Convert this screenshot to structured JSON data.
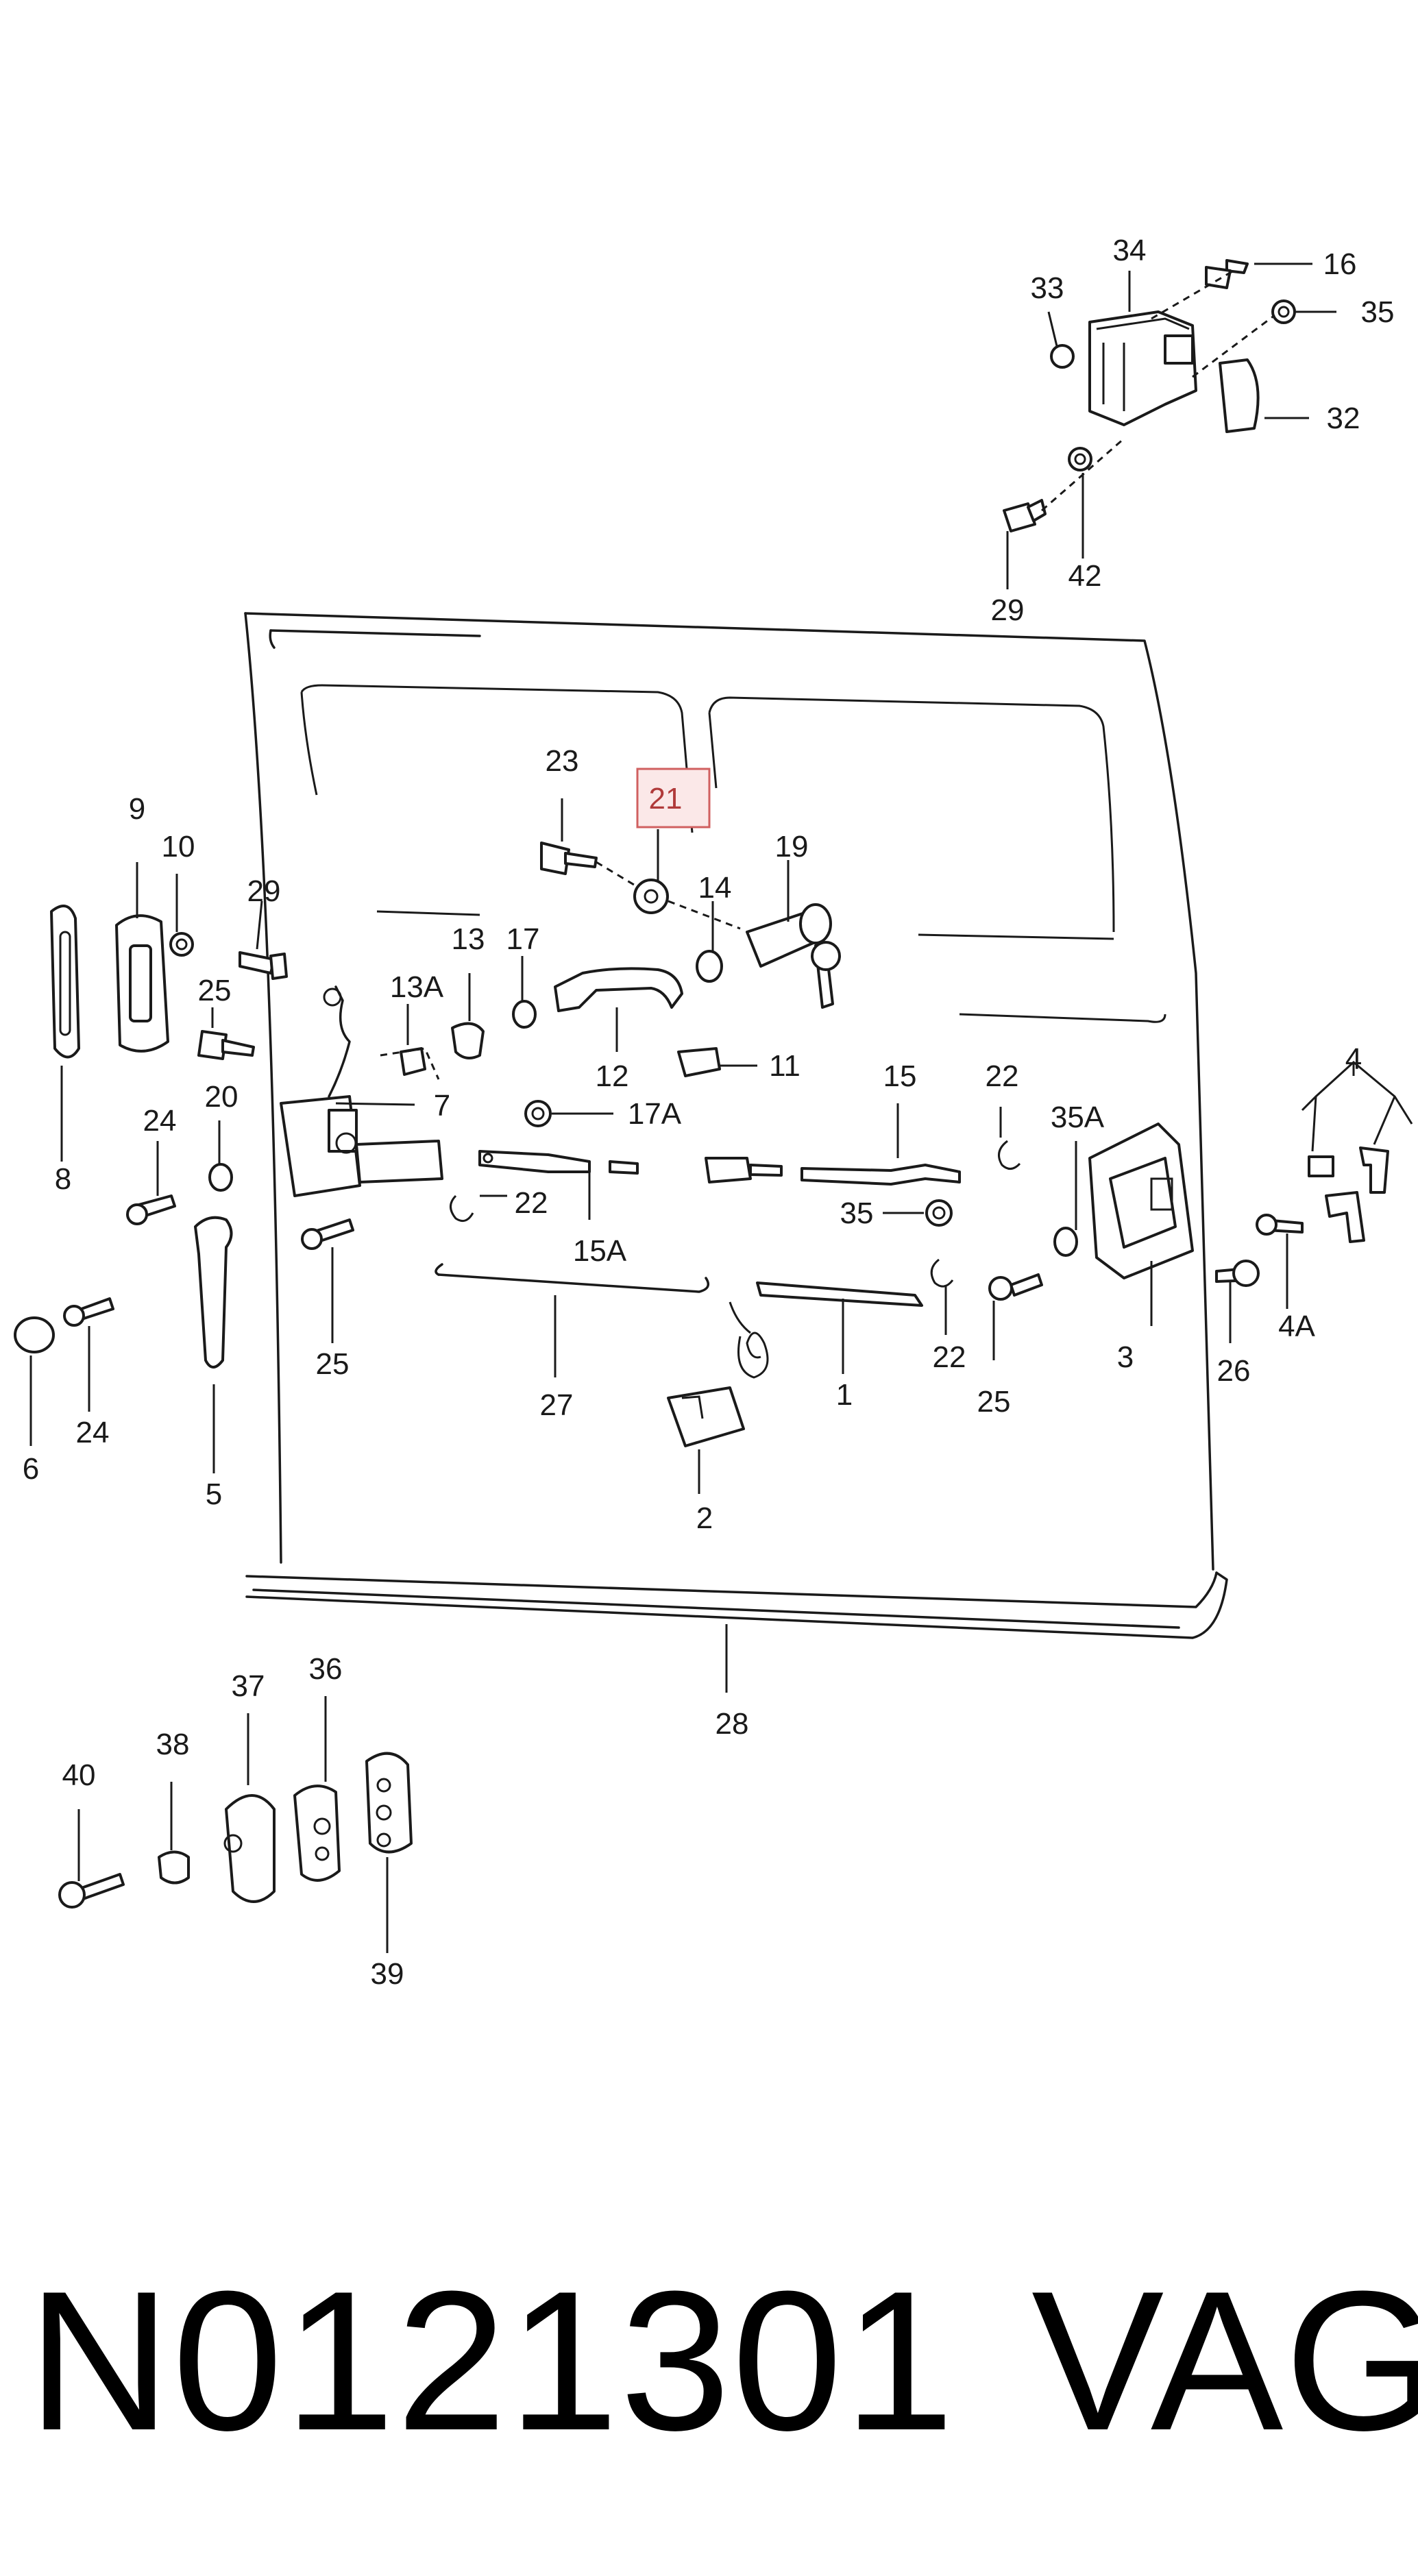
{
  "diagram": {
    "callouts": [
      "1",
      "2",
      "3",
      "4",
      "4A",
      "5",
      "6",
      "7",
      "8",
      "9",
      "10",
      "11",
      "12",
      "13",
      "13A",
      "14",
      "15",
      "15A",
      "16",
      "17",
      "17A",
      "19",
      "20",
      "21",
      "22",
      "23",
      "24",
      "25",
      "26",
      "27",
      "28",
      "29",
      "32",
      "33",
      "34",
      "35",
      "35A",
      "36",
      "37",
      "38",
      "39",
      "40",
      "42"
    ],
    "highlighted_callout": "21",
    "highlight_color": "#d06060"
  },
  "footer": {
    "part_number": "N0121301",
    "brand": "VAG"
  }
}
